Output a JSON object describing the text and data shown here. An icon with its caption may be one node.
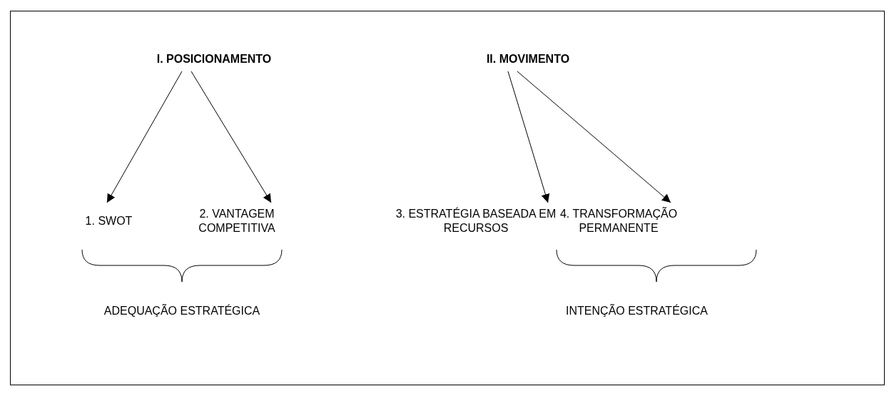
{
  "diagram": {
    "nodes": [
      {
        "text": [
          "I. POSICIONAMENTO"
        ]
      },
      {
        "text": [
          "II. MOVIMENTO"
        ]
      },
      {
        "text": [
          "1. SWOT"
        ]
      },
      {
        "text": [
          "2. VANTAGEM COMPETITIVA"
        ]
      },
      {
        "text": [
          "3. ESTRATÉGIA BASEADA EM RECURSOS"
        ]
      },
      {
        "text": [
          "4. TRANSFORMAÇÃO PERMANENTE"
        ]
      }
    ],
    "edges": [
      {
        "from": 0,
        "to": 2,
        "arrow": "to"
      },
      {
        "from": 0,
        "to": 3,
        "arrow": "to"
      },
      {
        "from": 1,
        "to": 4,
        "arrow": "to"
      },
      {
        "from": 1,
        "to": 5,
        "arrow": "to"
      }
    ],
    "labels": [
      "ADEQUAÇÃO ESTRATÉGICA",
      "INTENÇÃO ESTRATÉGICA"
    ]
  }
}
